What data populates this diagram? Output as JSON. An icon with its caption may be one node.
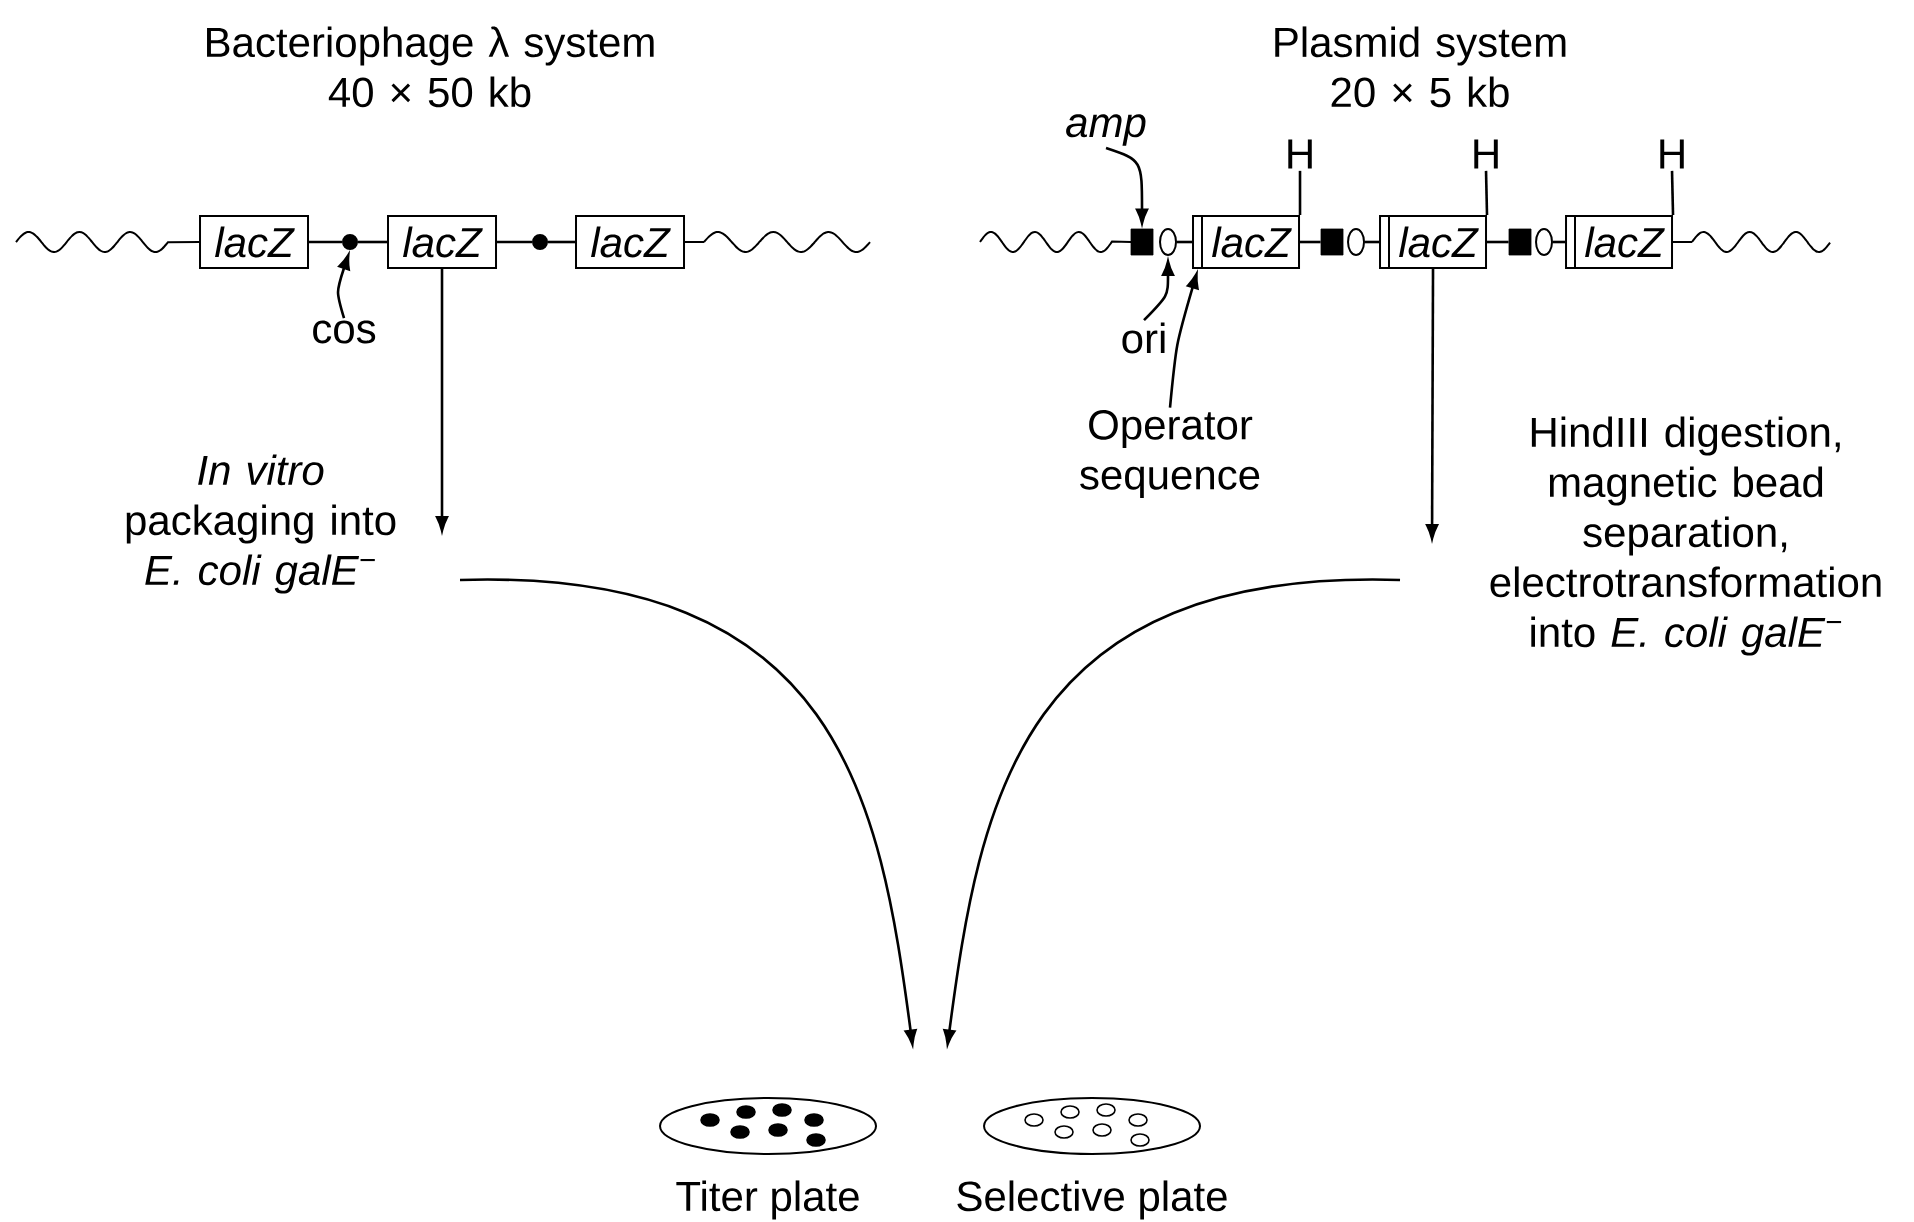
{
  "diagram": {
    "nodes": [
      {
        "text": [
          "lacZ"
        ]
      },
      {
        "text": [],
        "shape": "circle"
      },
      {
        "text": [
          "lacZ"
        ]
      },
      {
        "text": [],
        "shape": "circle"
      },
      {
        "text": [
          "lacZ"
        ]
      },
      {
        "text": [
          "cos"
        ]
      },
      {
        "text": [
          "amp"
        ]
      },
      {
        "text": [],
        "shape": "box"
      },
      {
        "text": [],
        "shape": "circle"
      },
      {
        "text": [
          "lacZ"
        ]
      },
      {
        "text": [
          "H"
        ]
      },
      {
        "text": [],
        "shape": "box"
      },
      {
        "text": [],
        "shape": "circle"
      },
      {
        "text": [
          "lacZ"
        ]
      },
      {
        "text": [
          "H"
        ]
      },
      {
        "text": [],
        "shape": "box"
      },
      {
        "text": [],
        "shape": "circle"
      },
      {
        "text": [
          "lacZ"
        ]
      },
      {
        "text": [
          "H"
        ]
      },
      {
        "text": [
          "ori"
        ]
      },
      {
        "text": [
          "Operator sequence"
        ]
      },
      {
        "text": [
          "Titer plate"
        ]
      },
      {
        "text": [
          "Selective plate"
        ]
      }
    ],
    "edges": [
      {
        "from": 0,
        "to": 1,
        "arrow": "none"
      },
      {
        "from": 1,
        "to": 2,
        "arrow": "none"
      },
      {
        "from": 2,
        "to": 3,
        "arrow": "none"
      },
      {
        "from": 3,
        "to": 4,
        "arrow": "none"
      },
      {
        "from": 5,
        "to": 1,
        "arrow": "to"
      },
      {
        "from": 6,
        "to": 7,
        "arrow": "to"
      },
      {
        "from": 8,
        "to": 9,
        "arrow": "none"
      },
      {
        "from": 10,
        "to": 9,
        "arrow": "none"
      },
      {
        "from": 9,
        "to": 11,
        "arrow": "none"
      },
      {
        "from": 12,
        "to": 13,
        "arrow": "none"
      },
      {
        "from": 14,
        "to": 13,
        "arrow": "none"
      },
      {
        "from": 13,
        "to": 15,
        "arrow": "none"
      },
      {
        "from": 16,
        "to": 17,
        "arrow": "none"
      },
      {
        "from": 18,
        "to": 17,
        "arrow": "none"
      },
      {
        "from": 19,
        "to": 8,
        "arrow": "to"
      },
      {
        "from": 20,
        "to": 9,
        "arrow": "to"
      },
      {
        "from": 2,
        "to": null,
        "arrow": "to",
        "label": "*In vitro* packaging into *E. coli galE*$^{−}$"
      },
      {
        "from": 13,
        "to": null,
        "arrow": "to",
        "label": "HindIII digestion, magnetic bead separation, electrotransformation into *E. coli galE*$^{−}$"
      },
      {
        "from": null,
        "to": 21,
        "arrow": "to"
      },
      {
        "from": null,
        "to": 22,
        "arrow": "to"
      }
    ],
    "labels": [
      "Bacteriophage λ system 40 × 50 kb",
      "Plasmid system 20 × 5 kb"
    ]
  }
}
